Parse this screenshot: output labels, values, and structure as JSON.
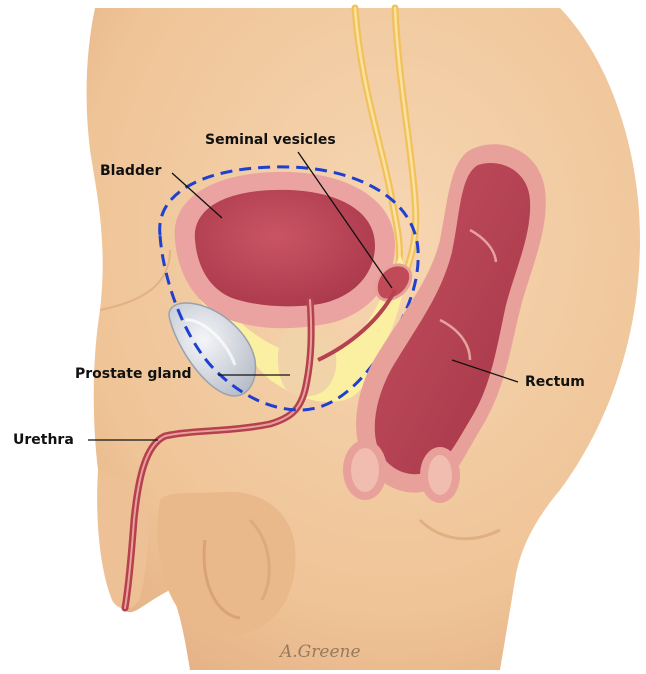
{
  "labels": {
    "seminal_vesicles": "Seminal vesicles",
    "bladder": "Bladder",
    "prostate_gland": "Prostate gland",
    "rectum": "Rectum",
    "urethra": "Urethra"
  },
  "signature": "A.Greene",
  "colors": {
    "skin": "#f2c9a0",
    "skin_shadow": "#e1ab7e",
    "tissue_pink": "#e8a19a",
    "organ_dark": "#b5404e",
    "fat_yellow": "#fbf0a2",
    "vas_tube": "#f3c15c",
    "boundary_dash": "#1f3fd0",
    "pubic_bone": "#d7dbe2"
  }
}
